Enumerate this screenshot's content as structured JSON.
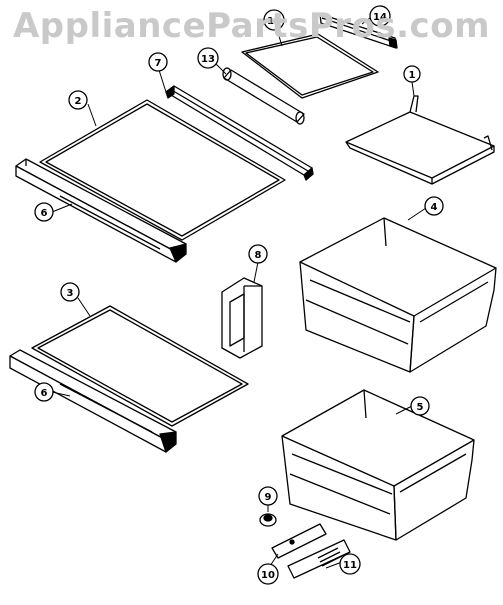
{
  "watermark": "AppliancePartsPros.com",
  "callouts": {
    "c1": "1",
    "c2": "2",
    "c3": "3",
    "c4": "4",
    "c5": "5",
    "c6a": "6",
    "c6b": "6",
    "c7": "7",
    "c8": "8",
    "c9": "9",
    "c10": "10",
    "c11": "11",
    "c12": "12",
    "c13": "13",
    "c14": "14"
  }
}
